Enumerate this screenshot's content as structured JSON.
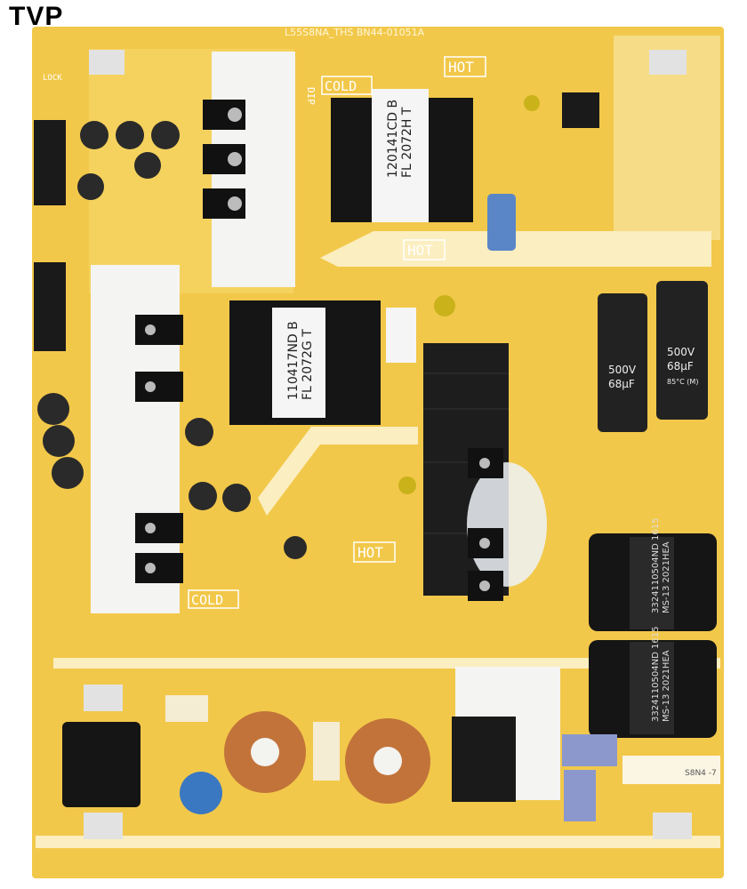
{
  "logo": "TVP",
  "board": {
    "model_label": "L55S8NA_THS  BN44-01051A",
    "hot_labels": [
      "HOT",
      "HOT",
      "HOT"
    ],
    "cold_labels": [
      "COLD",
      "COLD"
    ],
    "dip_label": "DIP",
    "lock_label": "LOCK",
    "transformer_1": [
      "120141CD B",
      "FL 2072H T"
    ],
    "transformer_2": [
      "110417ND B",
      "FL 2072G T"
    ],
    "choke_label": [
      "3324110504ND 1615",
      "MS-13   2021HEA"
    ],
    "capacitor_label": [
      "500V",
      "68µF",
      "85°C (M)"
    ],
    "sticker_code": "S8N4 -7",
    "colors": {
      "pcb": "#f2c84a",
      "silk": "#fbf0c8",
      "heatsink": "#f4f4f2",
      "component": "#111111"
    }
  }
}
